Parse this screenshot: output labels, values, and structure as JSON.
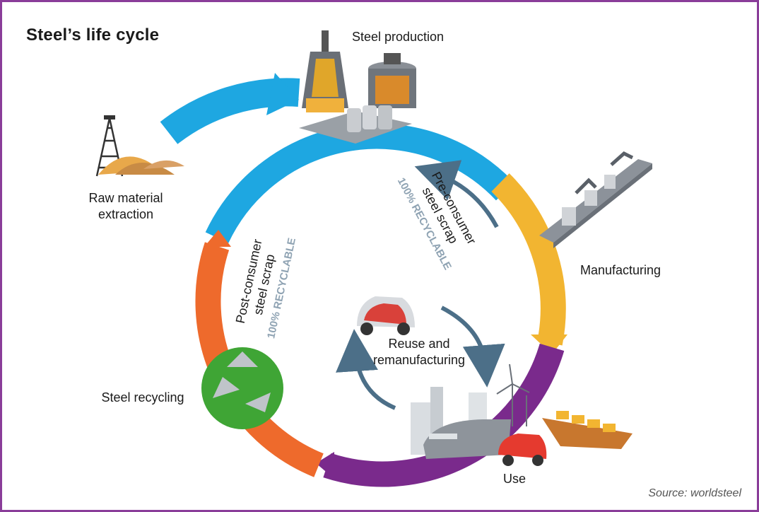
{
  "title": "Steel’s life cycle",
  "stages": {
    "steel_production": "Steel production",
    "raw_material": "Raw material extraction",
    "raw_material_line1": "Raw material",
    "raw_material_line2": "extraction",
    "manufacturing": "Manufacturing",
    "use": "Use",
    "steel_recycling": "Steel recycling",
    "reuse_line1": "Reuse and",
    "reuse_line2": "remanufacturing"
  },
  "scrap": {
    "post_line1": "Post-consumer",
    "post_line2": "steel scrap",
    "post_recyclable": "100% RECYCLABLE",
    "pre_line1": "Pre-consumer",
    "pre_line2": "steel scrap",
    "pre_recyclable": "100% RECYCLABLE"
  },
  "source": "Source: worldsteel",
  "colors": {
    "frame": "#8a3d99",
    "blue": "#1ea7e1",
    "yellow": "#f2b531",
    "purple": "#7a2a8c",
    "orange": "#ee6a2c",
    "green": "#3fa535",
    "arrow": "#4c6f88",
    "recyclable_text": "#8fa3b3"
  }
}
